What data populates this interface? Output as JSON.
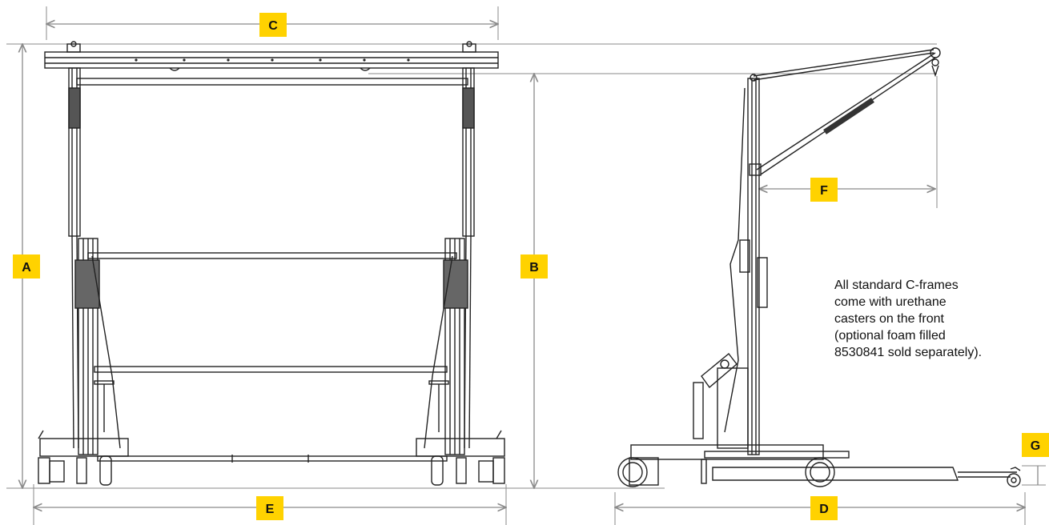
{
  "colors": {
    "badge": "#ffd200",
    "badge_text": "#111111",
    "line": "#222222",
    "dimension": "#8a8a8a"
  },
  "dimensions": {
    "A": "A",
    "B": "B",
    "C": "C",
    "D": "D",
    "E": "E",
    "F": "F",
    "G": "G"
  },
  "note": {
    "lines": [
      "All standard C-frames",
      "come with urethane",
      "casters on the front",
      "(optional foam filled",
      "8530841 sold separately)."
    ]
  }
}
